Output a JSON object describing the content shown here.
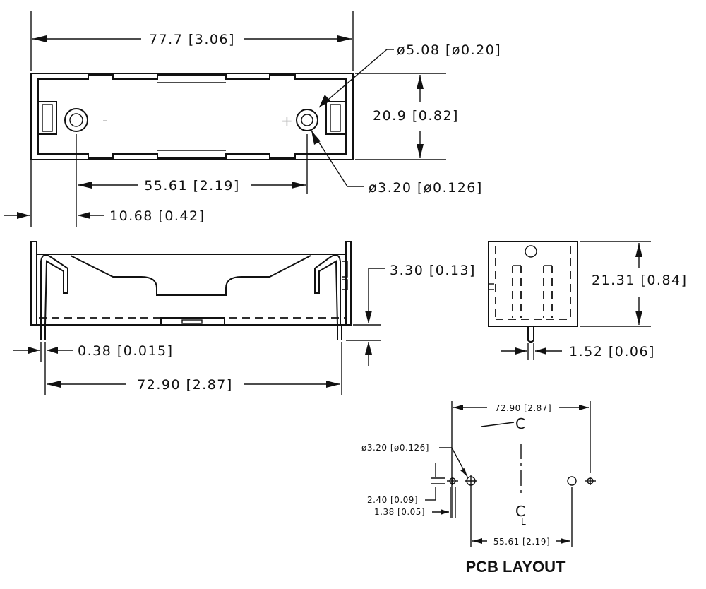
{
  "top_view": {
    "overall_length": "77.7 [3.06]",
    "terminal_hole_diameter": "ø5.08 [ø0.20]",
    "width": "20.9 [0.82]",
    "mount_hole_spacing": "55.61 [2.19]",
    "mount_hole_diameter": "ø3.20 [ø0.126]",
    "mount_hole_offset": "10.68 [0.42]",
    "negative_mark": "-",
    "positive_mark": "+"
  },
  "side_view": {
    "standoff_height": "3.30 [0.13]",
    "pin_thickness": "0.38 [0.015]",
    "pin_spacing": "72.90 [2.87]"
  },
  "end_view": {
    "height": "21.31 [0.84]",
    "pin_width": "1.52 [0.06]"
  },
  "pcb_layout": {
    "title": "PCB LAYOUT",
    "pin_spacing": "72.90 [2.87]",
    "hole_diameter": "ø3.20 [ø0.126]",
    "pad_width": "2.40 [0.09]",
    "pad_offset": "1.38 [0.05]",
    "hole_spacing": "55.61 [2.19]",
    "centerline_mark_1": "C",
    "centerline_mark_2": "L"
  }
}
